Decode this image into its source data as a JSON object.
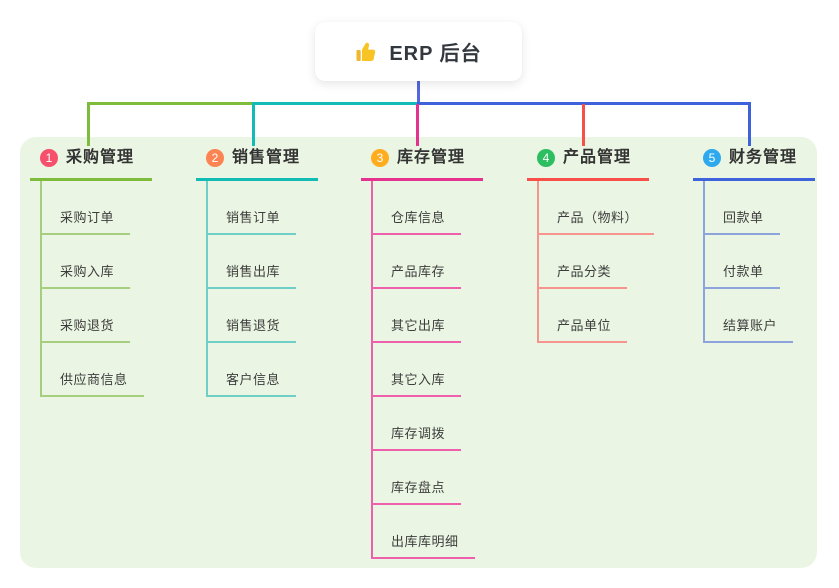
{
  "root": {
    "title": "ERP 后台",
    "icon": "thumbs-up-icon"
  },
  "colors": {
    "panel_bg": "#EAF6E3",
    "root_line": "#5267E0",
    "card_bg": "#FFFFFF",
    "title_text": "#333333",
    "child_text": "#3D3D3D",
    "thumb_yellow": "#F7C325"
  },
  "branches": [
    {
      "num": "1",
      "title": "采购管理",
      "color": "#7FBC3C",
      "child_color": "#A5CF7E",
      "badge_color": "#F7506C",
      "children": [
        "采购订单",
        "采购入库",
        "采购退货",
        "供应商信息"
      ]
    },
    {
      "num": "2",
      "title": "销售管理",
      "color": "#12BCB4",
      "child_color": "#6FCFC7",
      "badge_color": "#FC8452",
      "children": [
        "销售订单",
        "销售出库",
        "销售退货",
        "客户信息"
      ]
    },
    {
      "num": "3",
      "title": "库存管理",
      "color": "#E5328F",
      "child_color": "#EE5FAC",
      "badge_color": "#FFAD1E",
      "children": [
        "仓库信息",
        "产品库存",
        "其它出库",
        "其它入库",
        "库存调拨",
        "库存盘点",
        "出库库明细"
      ]
    },
    {
      "num": "4",
      "title": "产品管理",
      "color": "#F85048",
      "child_color": "#F8948E",
      "badge_color": "#2CBE61",
      "children": [
        "产品（物料）",
        "产品分类",
        "产品单位"
      ]
    },
    {
      "num": "5",
      "title": "财务管理",
      "color": "#3D62DB",
      "child_color": "#8CA4DB",
      "badge_color": "#2EA9EE",
      "children": [
        "回款单",
        "付款单",
        "结算账户"
      ]
    }
  ]
}
